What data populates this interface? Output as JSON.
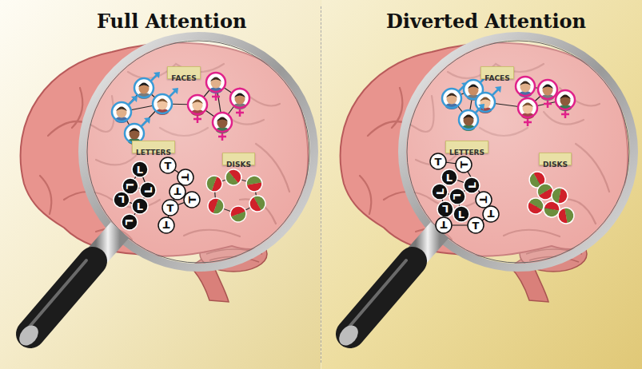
{
  "diagram": {
    "nodes": [
      {
        "text": [
          "FACES"
        ]
      },
      {
        "text": [
          "LETTERS"
        ]
      },
      {
        "text": [
          "DISKS"
        ]
      },
      {
        "text": [
          "FACES"
        ]
      },
      {
        "text": [
          "LETTERS"
        ]
      },
      {
        "text": [
          "DISKS"
        ]
      }
    ],
    "labels": [
      "Full Attention",
      "Diverted Attention",
      "L",
      "L",
      "L",
      "L",
      "L",
      "L",
      "T",
      "T",
      "T",
      "T",
      "T",
      "T",
      "L",
      "L",
      "L",
      "L",
      "L",
      "L",
      "T",
      "T",
      "T",
      "T",
      "T",
      "T"
    ]
  }
}
